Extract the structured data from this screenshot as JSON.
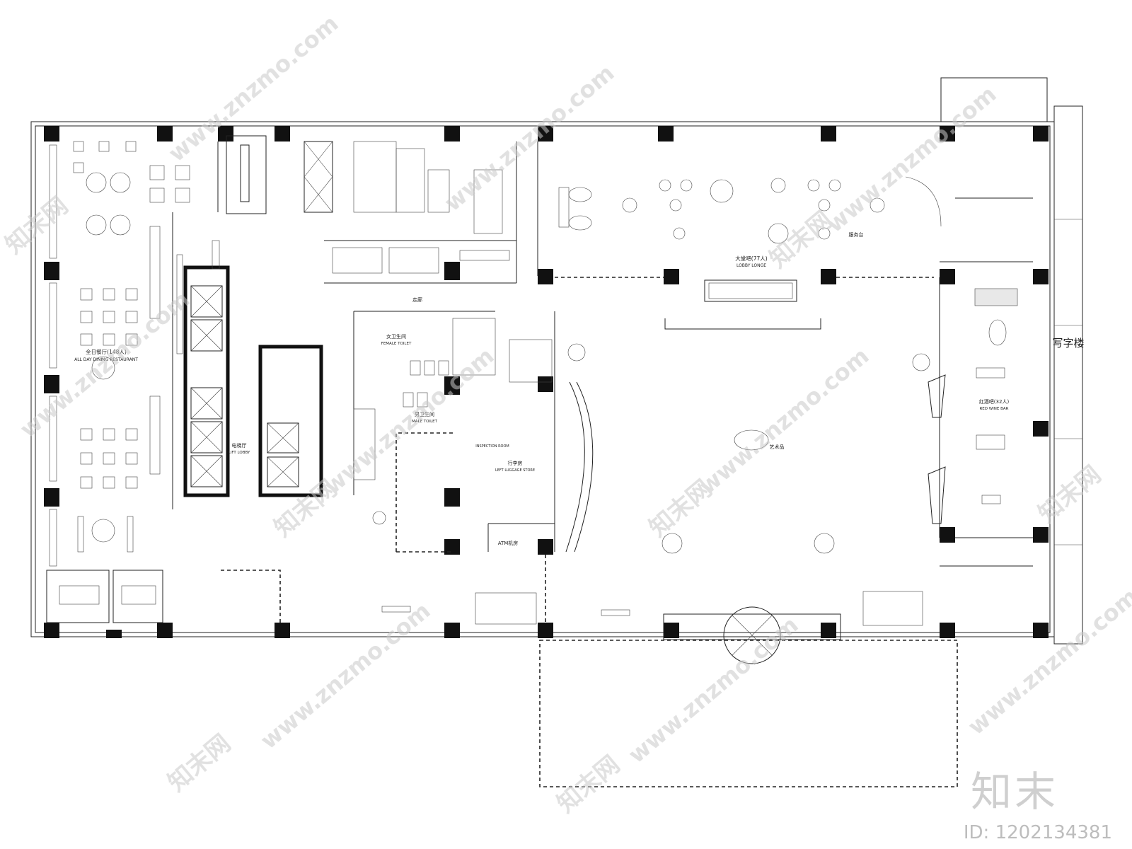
{
  "rooms": {
    "all_day_dining": {
      "cn": "全日餐厅(148人)",
      "en": "ALL DAY DINING RESTAURANT"
    },
    "lobby_lounge": {
      "cn": "大堂吧(77人)",
      "en": "LOBBY LONGE"
    },
    "red_wine_bar": {
      "cn": "红酒吧(32人)",
      "en": "RED WINE BAR"
    },
    "lift_lobby": {
      "cn": "电梯厅",
      "en": "LIFT LOBBY"
    },
    "female_toilet": {
      "cn": "女卫生间",
      "en": "FEMALE TOILET"
    },
    "male_toilet": {
      "cn": "男卫生间",
      "en": "MALE TOILET"
    },
    "luggage": {
      "cn": "行李房",
      "en": "LEFT LUGGAGE STORE"
    },
    "inspection": {
      "en": "INSPECTION ROOM"
    },
    "office_tower": "写字楼",
    "atm": "ATM机房",
    "corridor": "走廊",
    "art_piece": "艺术品",
    "reception": "服务台"
  },
  "watermark": {
    "text": "www.znzmo.com",
    "cn": "知末网"
  },
  "brand": {
    "logo": "知末",
    "id": "ID: 1202134381"
  }
}
